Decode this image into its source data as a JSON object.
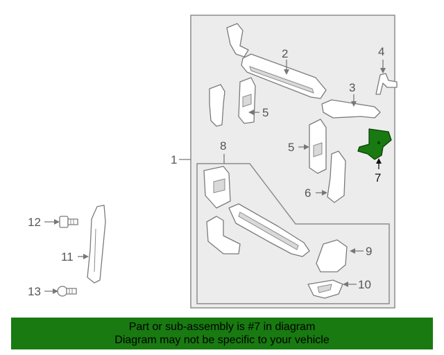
{
  "callouts": {
    "c1": "1",
    "c2": "2",
    "c3": "3",
    "c4": "4",
    "c5a": "5",
    "c5b": "5",
    "c6": "6",
    "c7": "7",
    "c8": "8",
    "c9": "9",
    "c10": "10",
    "c11": "11",
    "c12": "12",
    "c13": "13"
  },
  "highlight_color": "#187a10",
  "banner": {
    "line1": "Part or sub-assembly is #7 in diagram",
    "line2": "Diagram may not be specific to your vehicle",
    "background": "#187a10"
  }
}
